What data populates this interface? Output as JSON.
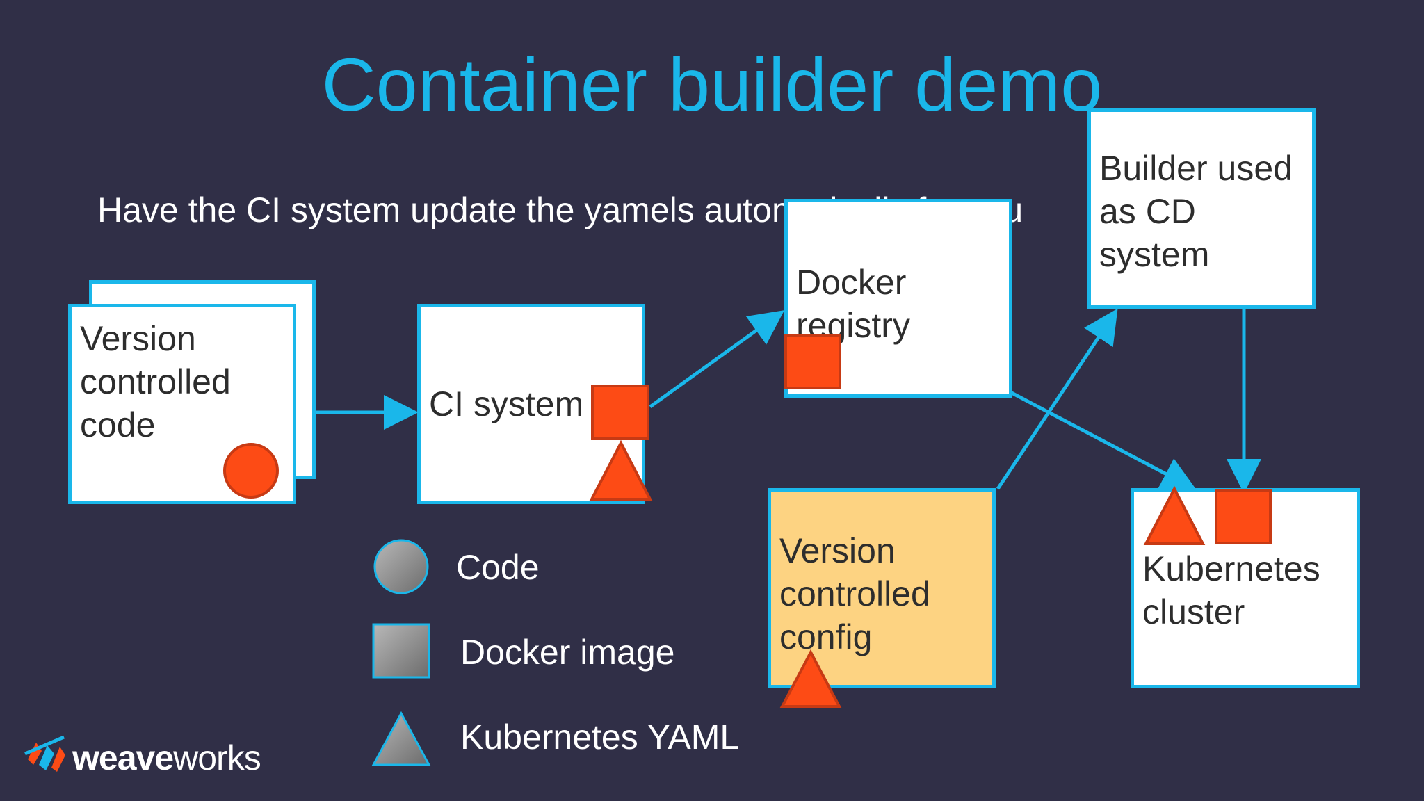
{
  "title": "Container builder demo",
  "subtitle": "Have the CI system update the yamels automatically for you",
  "boxes": {
    "vcs_code": {
      "lines": [
        "Version",
        "controlled",
        "code"
      ]
    },
    "ci": {
      "lines": [
        "CI system"
      ]
    },
    "registry": {
      "lines": [
        "Docker",
        "registry"
      ]
    },
    "builder": {
      "lines": [
        "Builder used",
        "as CD",
        "system"
      ]
    },
    "vcs_config": {
      "lines": [
        "Version",
        "controlled",
        "config"
      ]
    },
    "k8s": {
      "lines": [
        "Kubernetes",
        "cluster"
      ]
    }
  },
  "legend": {
    "code": "Code",
    "docker_image": "Docker image",
    "yaml": "Kubernetes YAML"
  },
  "brand": {
    "bold": "weave",
    "regular": "works"
  },
  "colors": {
    "background": "#302f47",
    "accent": "#1ab7ea",
    "shape_fill": "#fd4b15",
    "config_fill": "#fdd382"
  }
}
